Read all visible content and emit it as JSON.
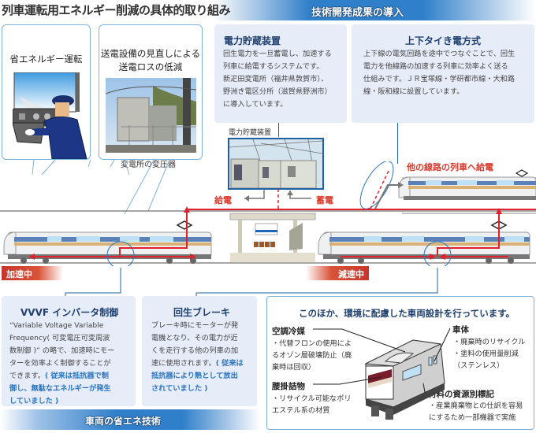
{
  "header": {
    "main_title": "列車運転用エネルギー削減の具体的取り組み",
    "section_title": "技術開発成果の導入"
  },
  "bubbles": {
    "eco_driving": {
      "title": "省エネルギー運転"
    },
    "transmission": {
      "title_line1": "送電設備の見直しによる",
      "title_line2": "送電ロスの低減",
      "caption": "変電所の変圧器"
    }
  },
  "storage": {
    "title": "電力貯蔵装置",
    "body": [
      "回生電力を一旦蓄電し、加速する",
      "列車に給電するシステムです。",
      "新疋田変電所（福井県敦賀市）、",
      "野洲き電区分所（滋賀県野洲市）",
      "に導入しています。"
    ],
    "photo_label": "電力貯蔵装置",
    "supply_label": "給電",
    "charge_label": "蓄電"
  },
  "tie": {
    "title": "上下タイき電方式",
    "body": [
      "上下線の電気回路を途中でつなぐことで、回生",
      "電力を他線路の加速する列車に効率よく送る",
      "仕組みです。ＪＲ宝塚線・学研都市線・大和路",
      "線・阪和線に設置しています。"
    ],
    "other_line_label": "他の線路の列車へ給電"
  },
  "states": {
    "accelerating": "加速中",
    "decelerating": "減速中"
  },
  "vvvf": {
    "title": "VVVF インバータ制御",
    "body": [
      "“Variable Voltage Variable",
      "Frequency( 可変電圧可変周波",
      "数制御 )” の略で、加速時にモー",
      "ターを効率よく制御することが",
      "できます。"
    ],
    "note": [
      "( 従来は抵抗器で制",
      "御し、無駄なエネルギーが発生",
      "していました )"
    ]
  },
  "regen": {
    "title": "回生ブレーキ",
    "body": [
      "ブレーキ時にモーターが発",
      "電機となり、その電力が近",
      "くを走行する他の列車の加",
      "速に使用されます。"
    ],
    "note": [
      "( 従来は",
      "抵抗器により熱として放出",
      "されていました )"
    ]
  },
  "footer": {
    "title": "車両の省エネ技術"
  },
  "eco_design": {
    "title": "このほか、環境に配慮した車両設計を行っています。",
    "items": [
      {
        "head": "空調冷媒",
        "body": [
          "・代替フロンの使用によ",
          "るオゾン層破壊防止（廃",
          "棄時は回収）"
        ]
      },
      {
        "head": "腰掛詰物",
        "body": [
          "・リサイクル可能なポリ",
          "エステル系の材質"
        ]
      },
      {
        "head": "車体",
        "body": [
          "・廃棄時のリサイクル",
          "・塗料の使用量削減",
          "（ステンレス）"
        ]
      },
      {
        "head": "材料の資源別標記",
        "body": [
          "・産業廃棄物との仕訳を容易",
          "にするため一部機器で実施"
        ]
      }
    ]
  },
  "colors": {
    "accent_blue": "#2f7fca",
    "title_navy": "#1f3f6e",
    "power_red": "#e0202a",
    "info_bg": "#e6ecf8"
  }
}
